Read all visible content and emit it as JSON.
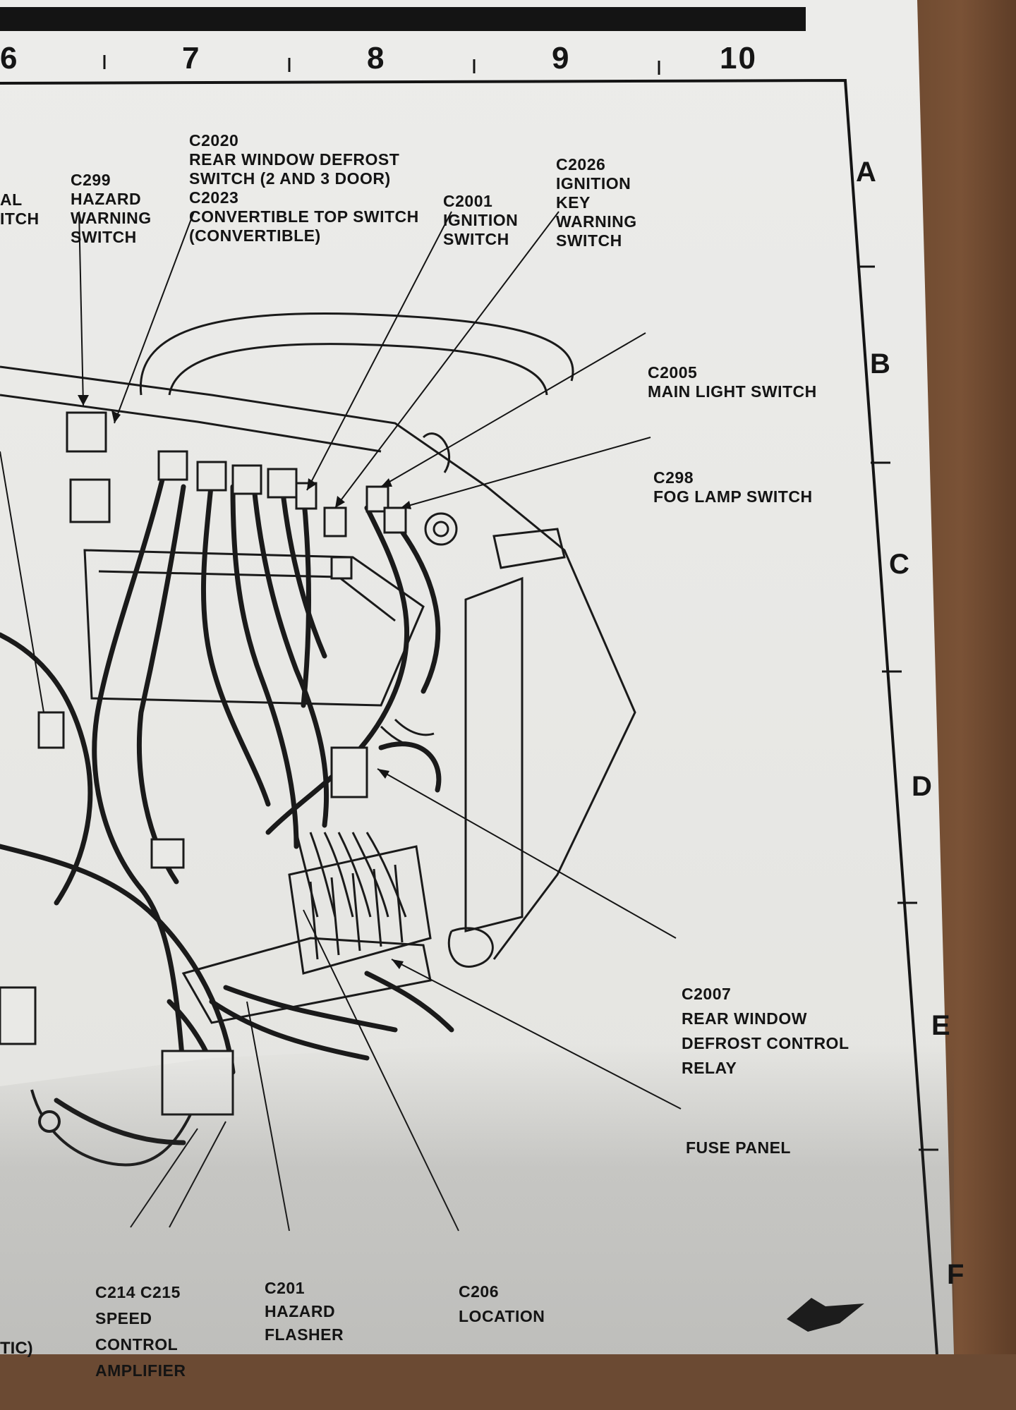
{
  "columns": [
    "6",
    "7",
    "8",
    "9",
    "10"
  ],
  "rows": [
    "A",
    "B",
    "C",
    "D",
    "E",
    "F"
  ],
  "callouts": {
    "left_partial": [
      "AL",
      "ITCH"
    ],
    "c299": [
      "C299",
      "HAZARD",
      "WARNING",
      "SWITCH"
    ],
    "c2020": [
      "C2020",
      "REAR WINDOW DEFROST",
      "SWITCH (2 AND 3 DOOR)",
      "C2023",
      "CONVERTIBLE TOP SWITCH",
      "(CONVERTIBLE)"
    ],
    "c2001": [
      "C2001",
      "IGNITION",
      "SWITCH"
    ],
    "c2026": [
      "C2026",
      "IGNITION",
      "KEY",
      "WARNING",
      "SWITCH"
    ],
    "c2005": [
      "C2005",
      "MAIN LIGHT SWITCH"
    ],
    "c298": [
      "C298",
      "FOG LAMP SWITCH"
    ],
    "c2007": [
      "C2007",
      "REAR WINDOW",
      "DEFROST CONTROL",
      "RELAY"
    ],
    "fuse_panel": [
      "FUSE PANEL"
    ],
    "c214": [
      "C214 C215",
      "SPEED",
      "CONTROL",
      "AMPLIFIER"
    ],
    "c201": [
      "C201",
      "HAZARD",
      "FLASHER"
    ],
    "c206": [
      "C206",
      "LOCATION"
    ]
  },
  "bottom_partial": "TIC)",
  "colors": {
    "ink": "#151515",
    "paper": "#e9e9e6"
  },
  "icons": {
    "nav_arrow": "arrow-icon"
  }
}
